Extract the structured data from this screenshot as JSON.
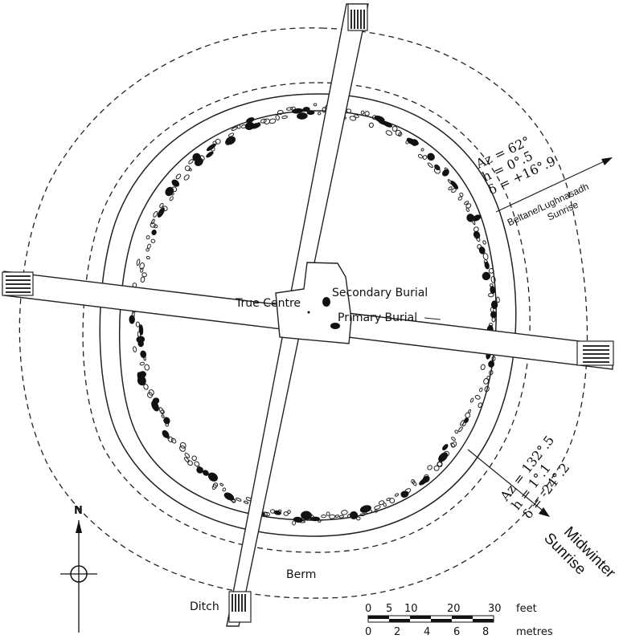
{
  "labels": {
    "true_centre": "True Centre",
    "secondary_burial": "Secondary Burial",
    "primary_burial": "Primary Burial",
    "berm": "Berm",
    "ditch": "Ditch",
    "north": "N"
  },
  "beltane": {
    "az": "Az = 62°",
    "h": "h = 0°.5",
    "delta": "δ = +16°.9",
    "name_line1": "Beltane/Lughnasadh",
    "name_line2": "Sunrise"
  },
  "midwinter": {
    "az": "Az = 132°.5",
    "h": "h = 1°.1",
    "delta": "δ = -24°.2",
    "name_line1": "Midwinter",
    "name_line2": "Sunrise"
  },
  "scale": {
    "feet_ticks": [
      "0",
      "5",
      "10",
      "20",
      "30"
    ],
    "feet_unit": "feet",
    "metre_ticks": [
      "0",
      "2",
      "4",
      "6",
      "8"
    ],
    "metre_unit": "metres"
  }
}
